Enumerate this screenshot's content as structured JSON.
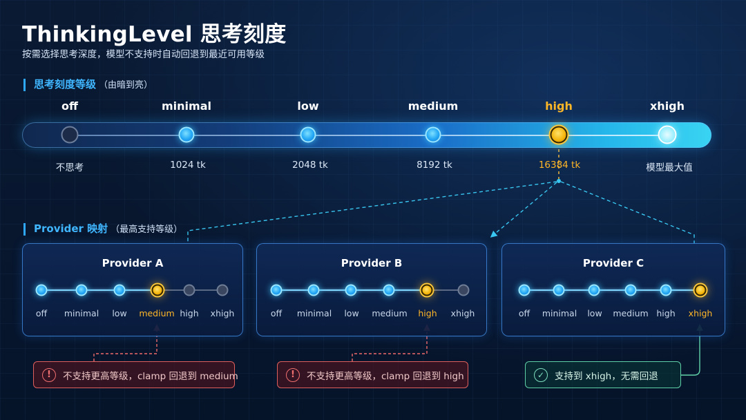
{
  "header": {
    "title": "ThinkingLevel 思考刻度",
    "subtitle": "按需选择思考深度，模型不支持时自动回退到最近可用等级"
  },
  "levels_section": {
    "heading": "思考刻度等级",
    "note": "（由暗到亮）"
  },
  "levels": [
    {
      "name": "off",
      "budget": "不思考"
    },
    {
      "name": "minimal",
      "budget": "1024 tk"
    },
    {
      "name": "low",
      "budget": "2048 tk"
    },
    {
      "name": "medium",
      "budget": "8192 tk"
    },
    {
      "name": "high",
      "budget": "16384 tk"
    },
    {
      "name": "xhigh",
      "budget": "模型最大值"
    }
  ],
  "selected_level": "high",
  "providers_section": {
    "heading": "Provider 映射",
    "note": "（最高支持等级）"
  },
  "providers": [
    {
      "name": "Provider A",
      "labels": [
        "off",
        "minimal",
        "low",
        "medium",
        "high",
        "xhigh"
      ],
      "max_supported": "medium",
      "result": "不支持更高等级，clamp 回退到 medium",
      "result_type": "clamped"
    },
    {
      "name": "Provider B",
      "labels": [
        "off",
        "minimal",
        "low",
        "medium",
        "high",
        "xhigh"
      ],
      "max_supported": "high",
      "result": "不支持更高等级，clamp 回退到 high",
      "result_type": "clamped"
    },
    {
      "name": "Provider C",
      "labels": [
        "off",
        "minimal",
        "low",
        "medium",
        "high",
        "xhigh"
      ],
      "max_supported": "xhigh",
      "result": "支持到 xhigh，无需回退",
      "result_type": "supported"
    }
  ],
  "colors": {
    "accent": "#3fb6ff",
    "selected": "#ffb627",
    "clamp_warning": "#e0605e",
    "supported_ok": "#5fd1a8"
  },
  "icons": {
    "clamped": "exclamation-circle-icon",
    "supported": "check-circle-icon"
  }
}
